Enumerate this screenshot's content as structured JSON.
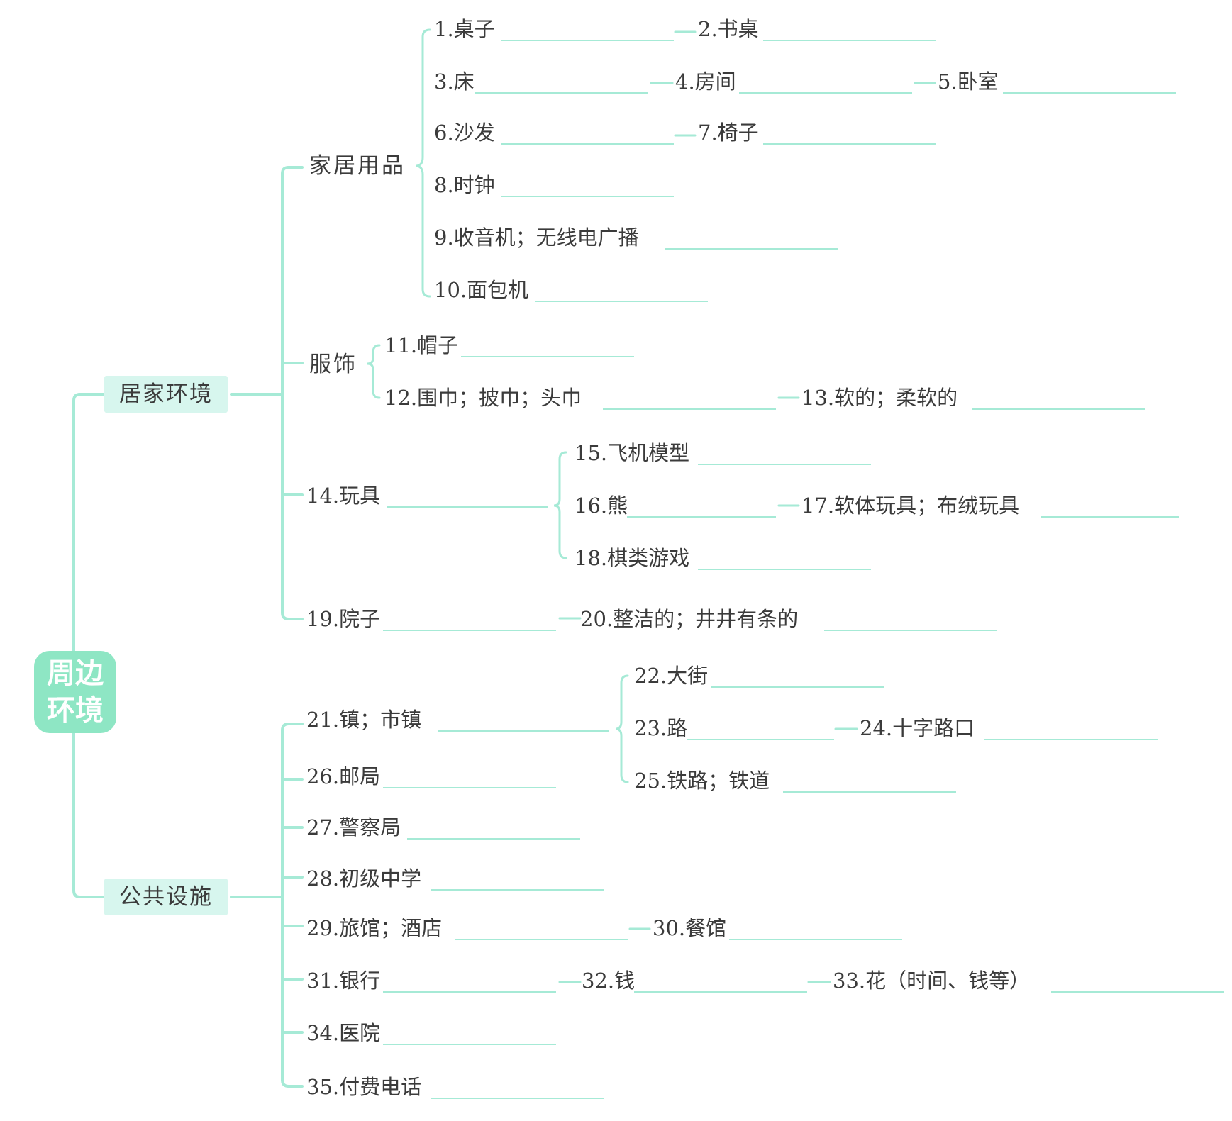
{
  "root": {
    "line1": "周边",
    "line2": "环境"
  },
  "categories": {
    "home": "居家环境",
    "public": "公共设施"
  },
  "subcategories": {
    "household": "家居用品",
    "clothing": "服饰"
  },
  "items": {
    "i1": "1.桌子",
    "i2": "2.书桌",
    "i3": "3.床",
    "i4": "4.房间",
    "i5": "5.卧室",
    "i6": "6.沙发",
    "i7": "7.椅子",
    "i8": "8.时钟",
    "i9": "9.收音机；无线电广播",
    "i10": "10.面包机",
    "i11": "11.帽子",
    "i12": "12.围巾；披巾；头巾",
    "i13": "13.软的；柔软的",
    "i14": "14.玩具",
    "i15": "15.飞机模型",
    "i16": "16.熊",
    "i17": "17.软体玩具；布绒玩具",
    "i18": "18.棋类游戏",
    "i19": "19.院子",
    "i20": "20.整洁的；井井有条的",
    "i21": "21.镇；市镇",
    "i22": "22.大街",
    "i23": "23.路",
    "i24": "24.十字路口",
    "i25": "25.铁路；铁道",
    "i26": "26.邮局",
    "i27": "27.警察局",
    "i28": "28.初级中学",
    "i29": "29.旅馆；酒店",
    "i30": "30.餐馆",
    "i31": "31.银行",
    "i32": "32.钱",
    "i33": "33.花（时间、钱等）",
    "i34": "34.医院",
    "i35": "35.付费电话"
  },
  "colors": {
    "line": "#a6ead6",
    "root_fill": "#8ee6c4",
    "category_fill": "#d7f6ee"
  }
}
